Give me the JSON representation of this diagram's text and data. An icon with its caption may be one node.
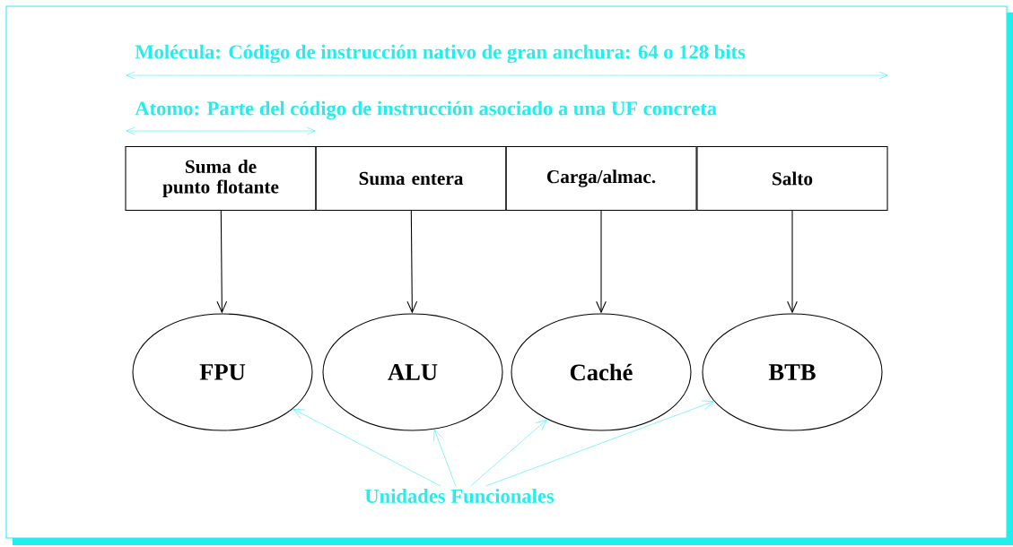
{
  "diagram": {
    "nodes": [
      {
        "text": [
          "Suma de punto flotante"
        ]
      },
      {
        "text": [
          "Suma entera"
        ]
      },
      {
        "text": [
          "Carga/almac."
        ]
      },
      {
        "text": [
          "Salto"
        ]
      },
      {
        "text": [
          "FPU"
        ]
      },
      {
        "text": [
          "ALU"
        ]
      },
      {
        "text": [
          "Caché"
        ]
      },
      {
        "text": [
          "BTB"
        ]
      },
      {
        "text": [
          "Unidades Funcionales"
        ]
      }
    ],
    "edges": [
      {
        "from": 0,
        "to": 4,
        "arrow": "to"
      },
      {
        "from": 1,
        "to": 5,
        "arrow": "to"
      },
      {
        "from": 2,
        "to": 6,
        "arrow": "to"
      },
      {
        "from": 3,
        "to": 7,
        "arrow": "to"
      },
      {
        "from": 8,
        "to": 4,
        "arrow": "to",
        "color": "#22eeee"
      },
      {
        "from": 8,
        "to": 5,
        "arrow": "to",
        "color": "#22eeee"
      },
      {
        "from": 8,
        "to": 6,
        "arrow": "to",
        "color": "#22eeee"
      },
      {
        "from": 8,
        "to": 7,
        "arrow": "to",
        "color": "#22eeee"
      }
    ],
    "labels": [
      "Molécula: Código de instrucción nativo de gran anchura: 64 o 128 bits",
      "Atomo: Parte del código de instrucción asociado a una UF concreta"
    ]
  }
}
